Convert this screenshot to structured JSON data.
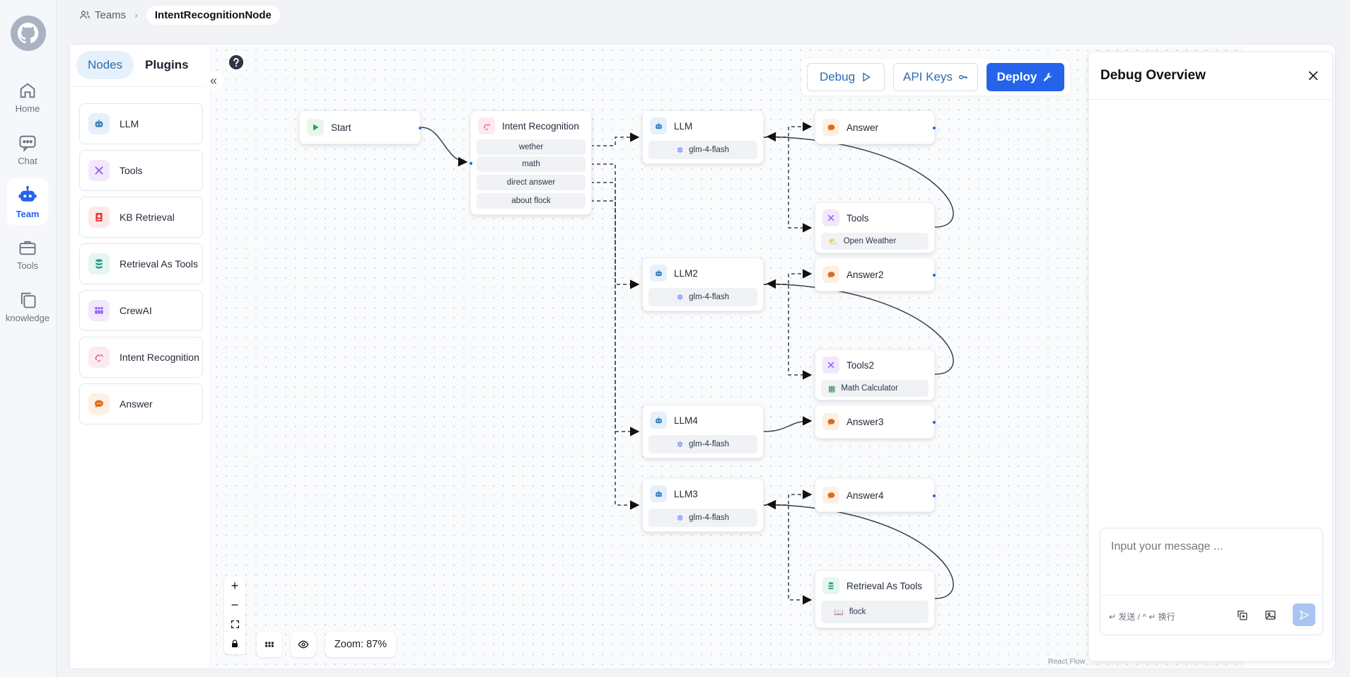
{
  "breadcrumb": {
    "parent": "Teams",
    "current": "IntentRecognitionNode"
  },
  "nav": [
    {
      "label": "Home",
      "icon": "home-icon"
    },
    {
      "label": "Chat",
      "icon": "chat-icon"
    },
    {
      "label": "Team",
      "icon": "robot-icon",
      "active": true
    },
    {
      "label": "Tools",
      "icon": "briefcase-icon"
    },
    {
      "label": "knowledge",
      "icon": "copy-icon"
    }
  ],
  "sidebar": {
    "tabs": {
      "nodes": "Nodes",
      "plugins": "Plugins"
    },
    "items": [
      {
        "label": "LLM",
        "icon": "robot-icon"
      },
      {
        "label": "Tools",
        "icon": "tools-icon"
      },
      {
        "label": "KB Retrieval",
        "icon": "book-icon"
      },
      {
        "label": "Retrieval As Tools",
        "icon": "database-icon"
      },
      {
        "label": "CrewAI",
        "icon": "users-icon"
      },
      {
        "label": "Intent Recognition",
        "icon": "intent-icon"
      },
      {
        "label": "Answer",
        "icon": "message-icon"
      }
    ]
  },
  "toolbar": {
    "debug": "Debug",
    "api_keys": "API Keys",
    "deploy": "Deploy"
  },
  "flow": {
    "start": "Start",
    "intent": {
      "title": "Intent Recognition",
      "options": [
        "wether",
        "math",
        "direct answer",
        "about flock"
      ]
    },
    "llm1": {
      "title": "LLM",
      "model": "glm-4-flash"
    },
    "llm2": {
      "title": "LLM2",
      "model": "glm-4-flash"
    },
    "llm4": {
      "title": "LLM4",
      "model": "glm-4-flash"
    },
    "llm3": {
      "title": "LLM3",
      "model": "glm-4-flash"
    },
    "answer1": "Answer",
    "answer2": "Answer2",
    "answer3": "Answer3",
    "answer4": "Answer4",
    "tools1": {
      "title": "Tools",
      "tool": "Open Weather"
    },
    "tools2": {
      "title": "Tools2",
      "tool": "Math Calculator"
    },
    "retrieval": {
      "title": "Retrieval As Tools",
      "kb": "flock"
    }
  },
  "zoom": {
    "label": "Zoom: 87%"
  },
  "debug": {
    "title": "Debug Overview",
    "placeholder": "Input your message ...",
    "hint": "↵ 发送 / ^ ↵ 换行"
  },
  "attribution": "React Flow",
  "colors": {
    "accent": "#2563eb",
    "active_nav": "#2563eb"
  }
}
